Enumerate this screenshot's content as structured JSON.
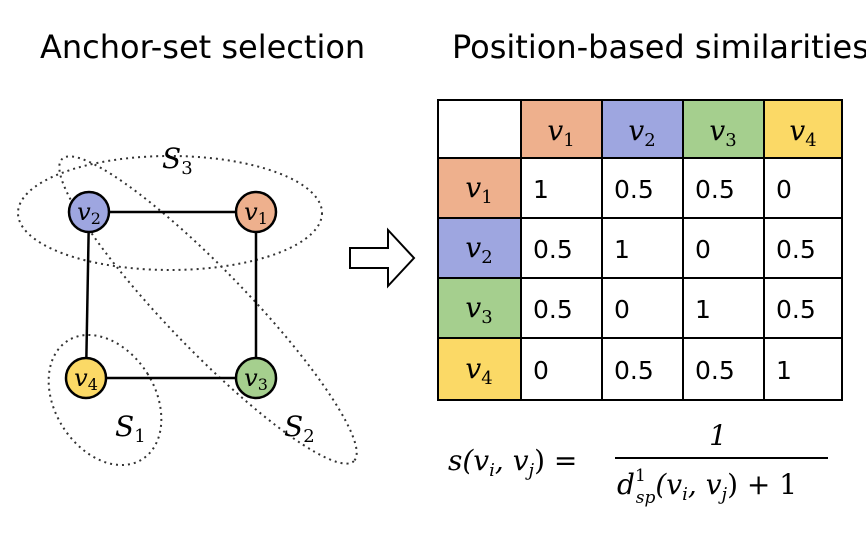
{
  "titles": {
    "left": "Anchor-set selection",
    "right": "Position-based similarities"
  },
  "graph": {
    "nodes": [
      {
        "id": "v2",
        "sub": "2",
        "color": "#9ea6e0"
      },
      {
        "id": "v1",
        "sub": "1",
        "color": "#eeb08d"
      },
      {
        "id": "v4",
        "sub": "4",
        "color": "#fbd966"
      },
      {
        "id": "v3",
        "sub": "3",
        "color": "#a5cf8e"
      }
    ],
    "edges": [
      [
        "v2",
        "v1"
      ],
      [
        "v1",
        "v3"
      ],
      [
        "v3",
        "v4"
      ],
      [
        "v4",
        "v2"
      ]
    ],
    "anchor_sets": [
      {
        "label": "S",
        "sub": "3"
      },
      {
        "label": "S",
        "sub": "1"
      },
      {
        "label": "S",
        "sub": "2"
      }
    ]
  },
  "table": {
    "col_headers": [
      {
        "sub": "1",
        "color": "#eeb08d"
      },
      {
        "sub": "2",
        "color": "#9ea6e0"
      },
      {
        "sub": "3",
        "color": "#a5cf8e"
      },
      {
        "sub": "4",
        "color": "#fbd966"
      }
    ],
    "rows": [
      {
        "sub": "1",
        "color": "#eeb08d",
        "values": [
          "1",
          "0.5",
          "0.5",
          "0"
        ]
      },
      {
        "sub": "2",
        "color": "#9ea6e0",
        "values": [
          "0.5",
          "1",
          "0",
          "0.5"
        ]
      },
      {
        "sub": "3",
        "color": "#a5cf8e",
        "values": [
          "0.5",
          "0",
          "1",
          "0.5"
        ]
      },
      {
        "sub": "4",
        "color": "#fbd966",
        "values": [
          "0",
          "0.5",
          "0.5",
          "1"
        ]
      }
    ]
  },
  "formula": {
    "lhs": "s(v_i, v_j) =",
    "numerator": "1",
    "denominator": "d^1_sp(v_i, v_j) + 1"
  }
}
